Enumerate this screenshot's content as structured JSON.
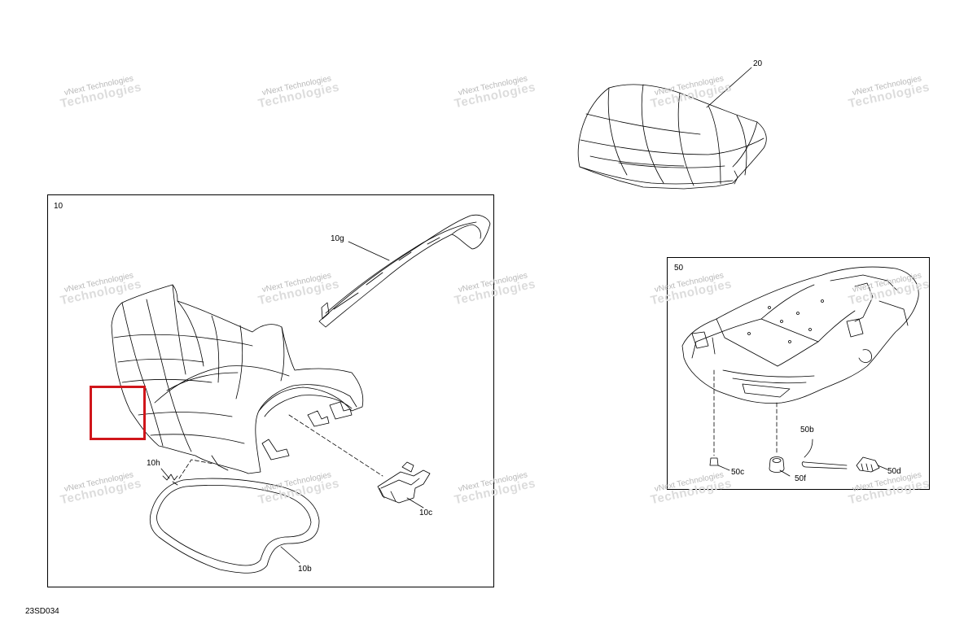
{
  "diagram": {
    "drawing_number": "23SD034",
    "callouts": {
      "c20": "20",
      "c10": "10",
      "c10g": "10g",
      "c10h": "10h",
      "c10c": "10c",
      "c10b": "10b",
      "c50": "50",
      "c50b": "50b",
      "c50c": "50c",
      "c50f": "50f",
      "c50d": "50d"
    },
    "watermark": {
      "line1": "vNext Technologies",
      "line2": "Technologies"
    },
    "colors": {
      "line": "#000000",
      "highlight": "#d0161b",
      "watermark": "#c4c4c4"
    }
  }
}
